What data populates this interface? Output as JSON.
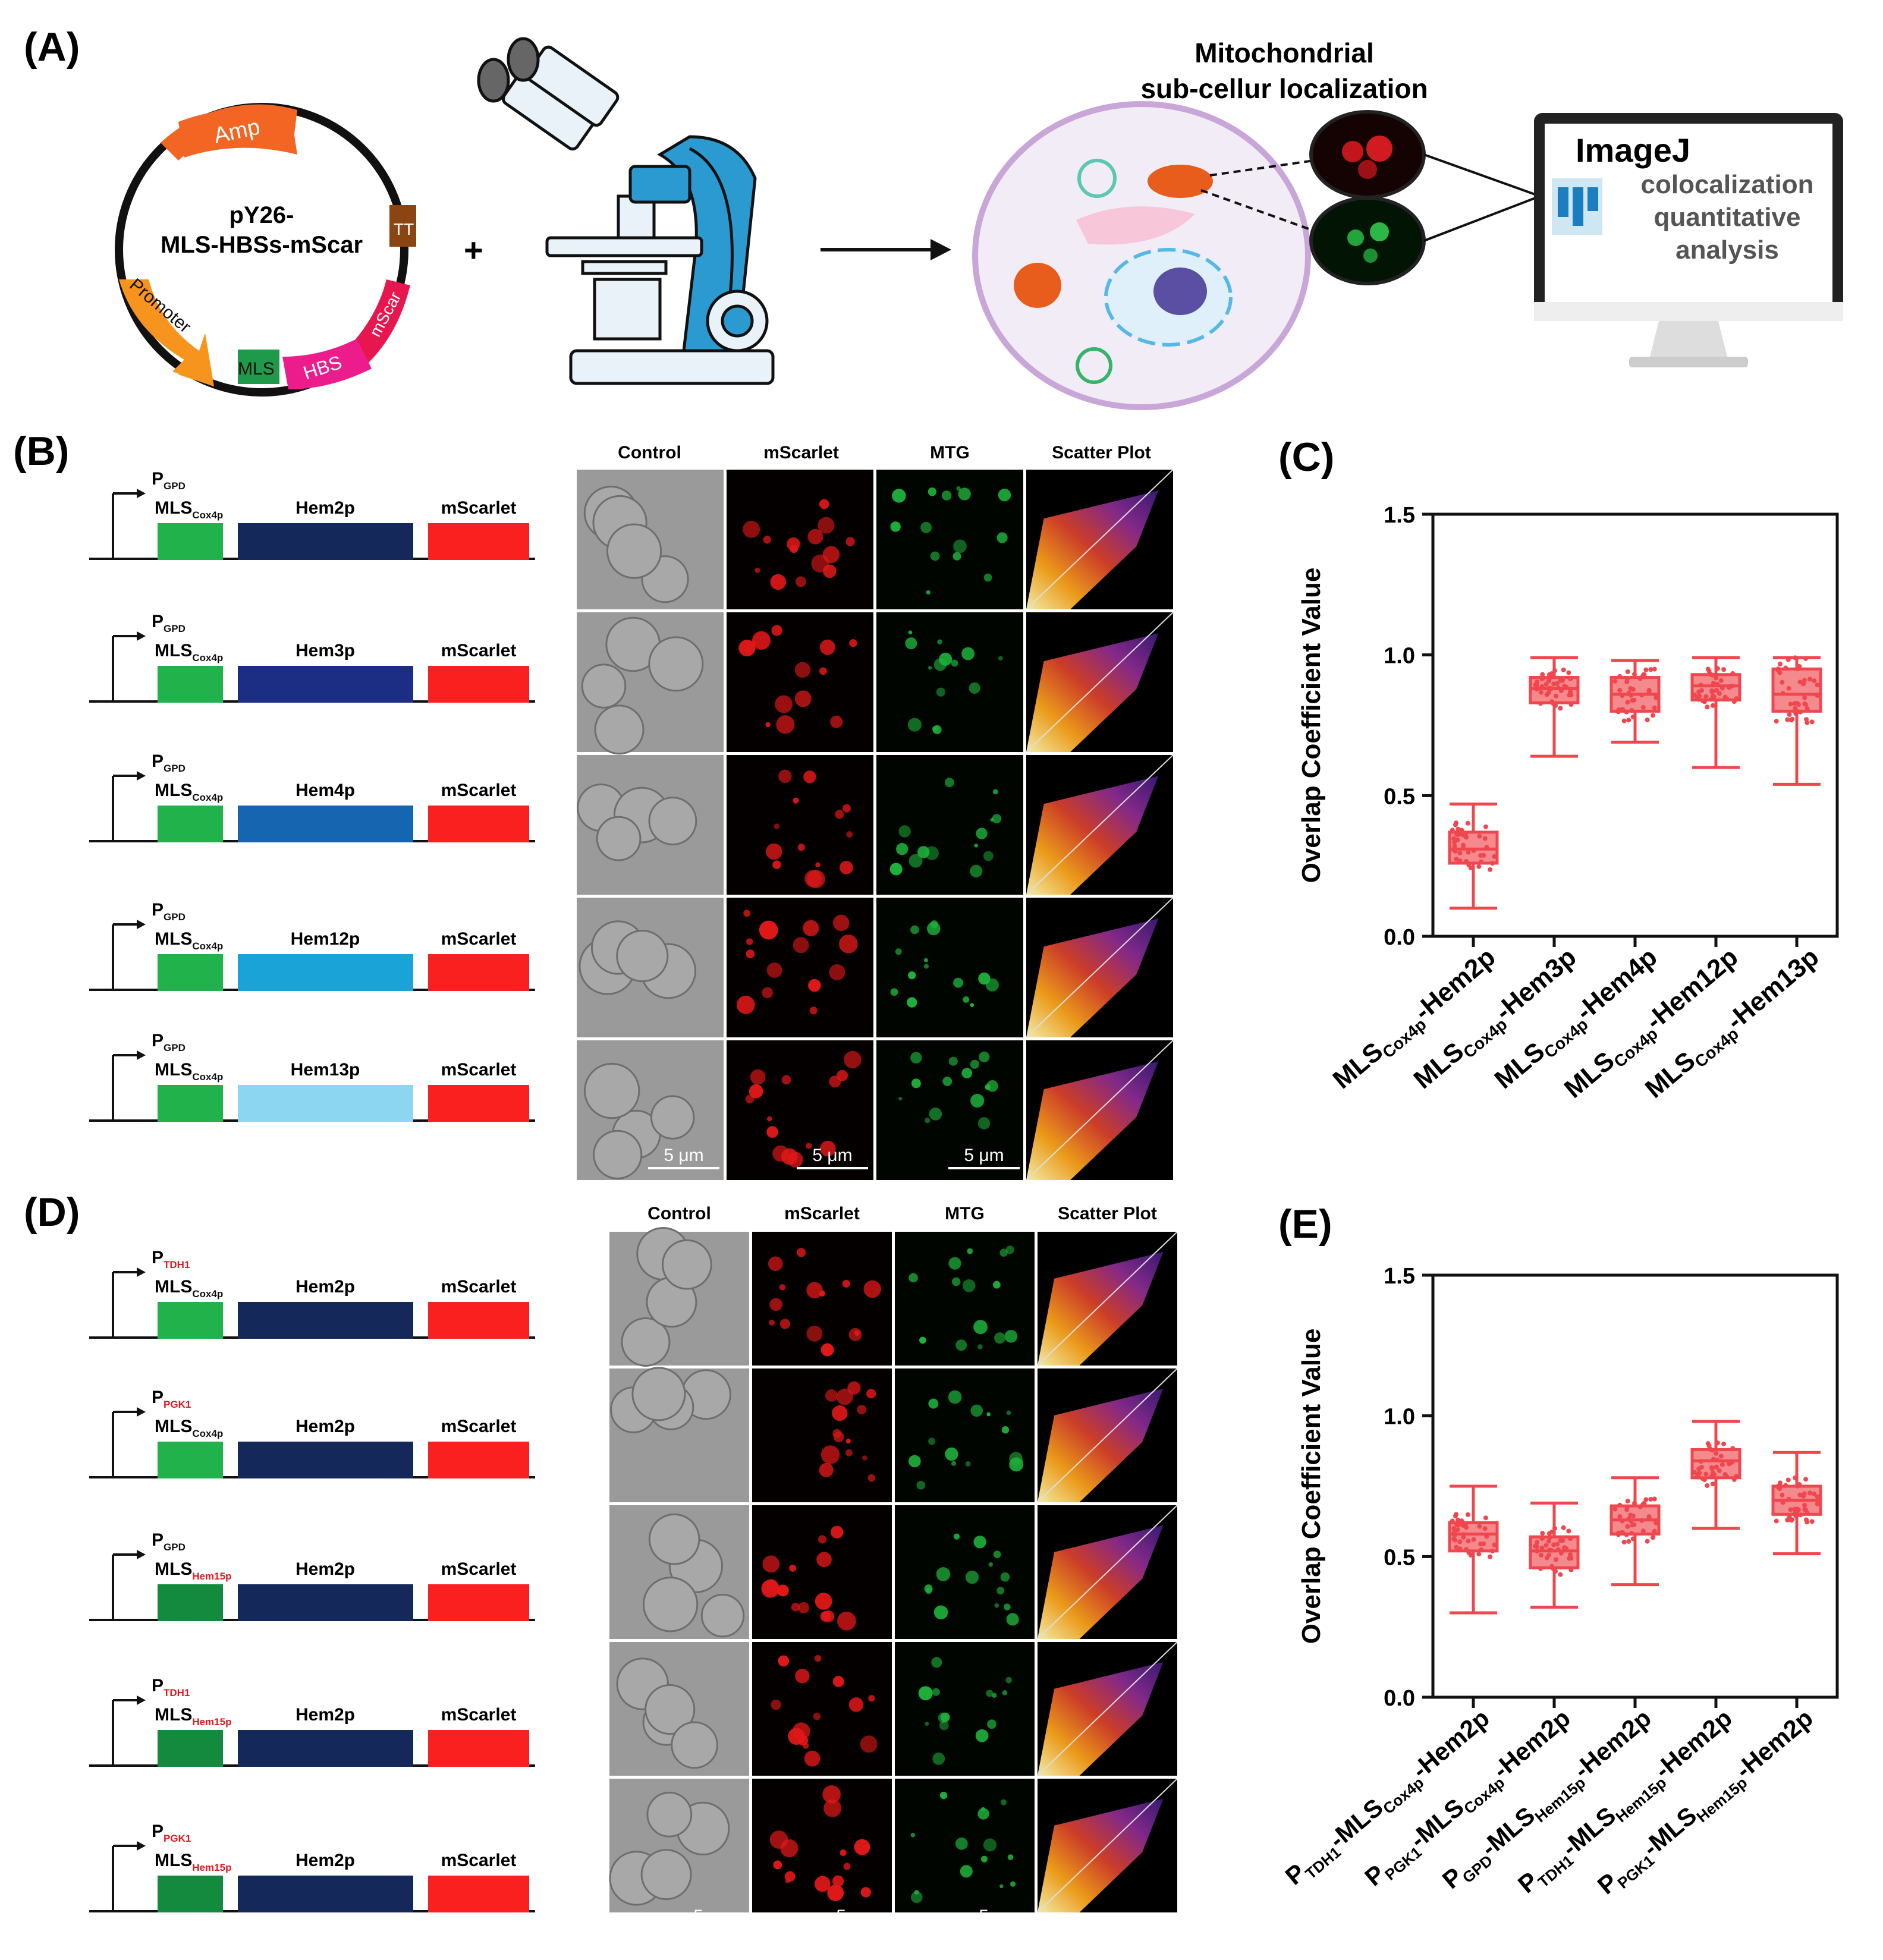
{
  "panels": {
    "A": "(A)",
    "B": "(B)",
    "C": "(C)",
    "D": "(D)",
    "E": "(E)"
  },
  "panel_a": {
    "plasmid_name_line1": "pY26-",
    "plasmid_name_line2": "MLS-HBSs-mScar",
    "segments": [
      "Amp",
      "TT",
      "mScar",
      "HBS",
      "MLS",
      "Promoter"
    ],
    "plus": "+",
    "cell_title_line1": "Mitochondrial",
    "cell_title_line2": "sub-cellur localization",
    "software_title": "ImageJ",
    "software_text": [
      "colocalization",
      "quantitative",
      "analysis"
    ],
    "colors": {
      "amp": "#f26522",
      "tt": "#8b4513",
      "mscar": "#e8164f",
      "hbs": "#ec1c8c",
      "mls": "#1f9a4a",
      "promoter": "#f7941d"
    }
  },
  "constructs_b": [
    {
      "promoter": "P",
      "promoter_sub": "GPD",
      "mls": "MLS",
      "mls_sub": "Cox4p",
      "hem": "Hem2p",
      "tag": "mScarlet",
      "hem_color": "#14285a"
    },
    {
      "promoter": "P",
      "promoter_sub": "GPD",
      "mls": "MLS",
      "mls_sub": "Cox4p",
      "hem": "Hem3p",
      "tag": "mScarlet",
      "hem_color": "#1c2d84"
    },
    {
      "promoter": "P",
      "promoter_sub": "GPD",
      "mls": "MLS",
      "mls_sub": "Cox4p",
      "hem": "Hem4p",
      "tag": "mScarlet",
      "hem_color": "#1565b0"
    },
    {
      "promoter": "P",
      "promoter_sub": "GPD",
      "mls": "MLS",
      "mls_sub": "Cox4p",
      "hem": "Hem12p",
      "tag": "mScarlet",
      "hem_color": "#1aa3d6"
    },
    {
      "promoter": "P",
      "promoter_sub": "GPD",
      "mls": "MLS",
      "mls_sub": "Cox4p",
      "hem": "Hem13p",
      "tag": "mScarlet",
      "hem_color": "#8dd6f2"
    }
  ],
  "constructs_d": [
    {
      "promoter": "P",
      "promoter_sub": "TDH1",
      "mls": "MLS",
      "mls_sub": "Cox4p",
      "hem": "Hem2p",
      "tag": "mScarlet",
      "mls_color": "#22b24c",
      "sub_red_p": true,
      "sub_red_m": false
    },
    {
      "promoter": "P",
      "promoter_sub": "PGK1",
      "mls": "MLS",
      "mls_sub": "Cox4p",
      "hem": "Hem2p",
      "tag": "mScarlet",
      "mls_color": "#22b24c",
      "sub_red_p": true,
      "sub_red_m": false
    },
    {
      "promoter": "P",
      "promoter_sub": "GPD",
      "mls": "MLS",
      "mls_sub": "Hem15p",
      "hem": "Hem2p",
      "tag": "mScarlet",
      "mls_color": "#138a3e",
      "sub_red_p": false,
      "sub_red_m": true
    },
    {
      "promoter": "P",
      "promoter_sub": "TDH1",
      "mls": "MLS",
      "mls_sub": "Hem15p",
      "hem": "Hem2p",
      "tag": "mScarlet",
      "mls_color": "#138a3e",
      "sub_red_p": true,
      "sub_red_m": true
    },
    {
      "promoter": "P",
      "promoter_sub": "PGK1",
      "mls": "MLS",
      "mls_sub": "Hem15p",
      "hem": "Hem2p",
      "tag": "mScarlet",
      "mls_color": "#138a3e",
      "sub_red_p": true,
      "sub_red_m": true
    }
  ],
  "micro_headers": [
    "Control",
    "mScarlet",
    "MTG",
    "Scatter Plot"
  ],
  "scale_bar": "5 μm",
  "chart_data": [
    {
      "type": "box",
      "panel": "C",
      "ylabel": "Overlap Coefficient Value",
      "ylim": [
        0,
        1.5
      ],
      "yticks": [
        "0.0",
        "0.5",
        "1.0",
        "1.5"
      ],
      "categories": [
        {
          "main": "MLS",
          "sub": "Cox4p",
          "rest": "-Hem2p"
        },
        {
          "main": "MLS",
          "sub": "Cox4p",
          "rest": "-Hem3p"
        },
        {
          "main": "MLS",
          "sub": "Cox4p",
          "rest": "-Hem4p"
        },
        {
          "main": "MLS",
          "sub": "Cox4p",
          "rest": "-Hem12p"
        },
        {
          "main": "MLS",
          "sub": "Cox4p",
          "rest": "-Hem13p"
        }
      ],
      "boxes": [
        {
          "min": 0.1,
          "q1": 0.26,
          "median": 0.31,
          "q3": 0.37,
          "max": 0.47
        },
        {
          "min": 0.64,
          "q1": 0.83,
          "median": 0.88,
          "q3": 0.92,
          "max": 0.99
        },
        {
          "min": 0.69,
          "q1": 0.8,
          "median": 0.86,
          "q3": 0.92,
          "max": 0.98
        },
        {
          "min": 0.6,
          "q1": 0.84,
          "median": 0.89,
          "q3": 0.93,
          "max": 0.99
        },
        {
          "min": 0.54,
          "q1": 0.8,
          "median": 0.86,
          "q3": 0.95,
          "max": 0.99
        }
      ],
      "color": "#f0474e"
    },
    {
      "type": "box",
      "panel": "E",
      "ylabel": "Overlap Coefficient Value",
      "ylim": [
        0,
        1.5
      ],
      "yticks": [
        "0.0",
        "0.5",
        "1.0",
        "1.5"
      ],
      "categories": [
        {
          "p": "P",
          "psub": "TDH1",
          "main": "-MLS",
          "sub": "Cox4p",
          "rest": "-Hem2p"
        },
        {
          "p": "P",
          "psub": "PGK1",
          "main": "-MLS",
          "sub": "Cox4p",
          "rest": "-Hem2p"
        },
        {
          "p": "P",
          "psub": "GPD",
          "main": "-MLS",
          "sub": "Hem15p",
          "rest": "-Hem2p"
        },
        {
          "p": "P",
          "psub": "TDH1",
          "main": "-MLS",
          "sub": "Hem15p",
          "rest": "-Hem2p"
        },
        {
          "p": "P",
          "psub": "PGK1",
          "main": "-MLS",
          "sub": "Hem15p",
          "rest": "-Hem2p"
        }
      ],
      "boxes": [
        {
          "min": 0.3,
          "q1": 0.52,
          "median": 0.58,
          "q3": 0.62,
          "max": 0.75
        },
        {
          "min": 0.32,
          "q1": 0.46,
          "median": 0.52,
          "q3": 0.57,
          "max": 0.69
        },
        {
          "min": 0.4,
          "q1": 0.58,
          "median": 0.63,
          "q3": 0.68,
          "max": 0.78
        },
        {
          "min": 0.6,
          "q1": 0.78,
          "median": 0.84,
          "q3": 0.88,
          "max": 0.98
        },
        {
          "min": 0.51,
          "q1": 0.65,
          "median": 0.7,
          "q3": 0.75,
          "max": 0.87
        }
      ],
      "color": "#f0474e"
    }
  ]
}
